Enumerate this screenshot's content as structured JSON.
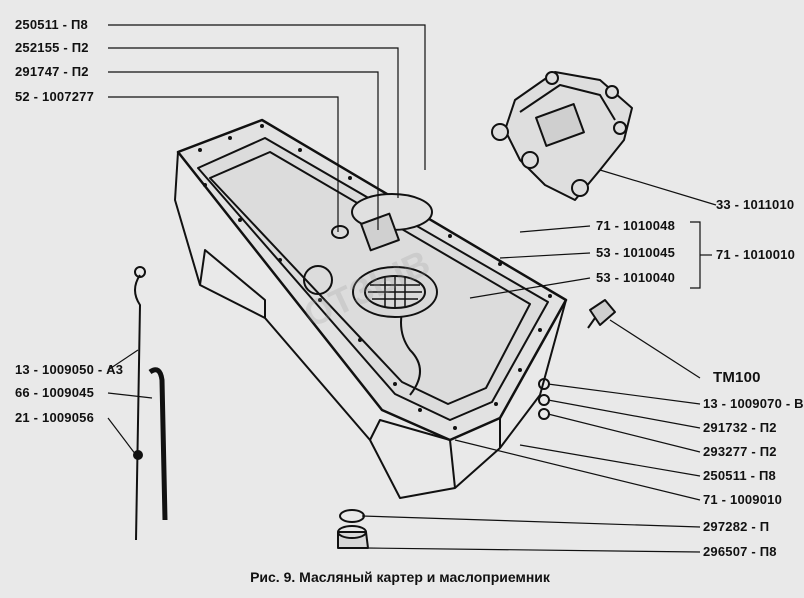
{
  "left_labels": [
    {
      "id": "l1",
      "text": "250511 - П8"
    },
    {
      "id": "l2",
      "text": "252155 - П2"
    },
    {
      "id": "l3",
      "text": "291747 - П2"
    },
    {
      "id": "l4",
      "text": "52 - 1007277"
    },
    {
      "id": "l5",
      "text": "13 - 1009050 - А3"
    },
    {
      "id": "l6",
      "text": "66 - 1009045"
    },
    {
      "id": "l7",
      "text": "21 - 1009056"
    }
  ],
  "right_labels": [
    {
      "id": "r1",
      "text": "33 - 1011010"
    },
    {
      "id": "r2",
      "text": "71 - 1010048"
    },
    {
      "id": "r3",
      "text": "53 - 1010045"
    },
    {
      "id": "r4",
      "text": "53 - 1010040"
    },
    {
      "id": "r5",
      "text": "71 - 1010010"
    },
    {
      "id": "r6",
      "text": "ТМ100"
    },
    {
      "id": "r7",
      "text": "13 - 1009070 - В"
    },
    {
      "id": "r8",
      "text": "291732 - П2"
    },
    {
      "id": "r9",
      "text": "293277 - П2"
    },
    {
      "id": "r10",
      "text": "250511 - П8"
    },
    {
      "id": "r11",
      "text": "71 - 1009010"
    },
    {
      "id": "r12",
      "text": "297282 - П"
    },
    {
      "id": "r13",
      "text": "296507 - П8"
    }
  ],
  "caption": "Рис. 9. Масляный картер и маслоприемник",
  "watermark": "ОТЗЫВ"
}
